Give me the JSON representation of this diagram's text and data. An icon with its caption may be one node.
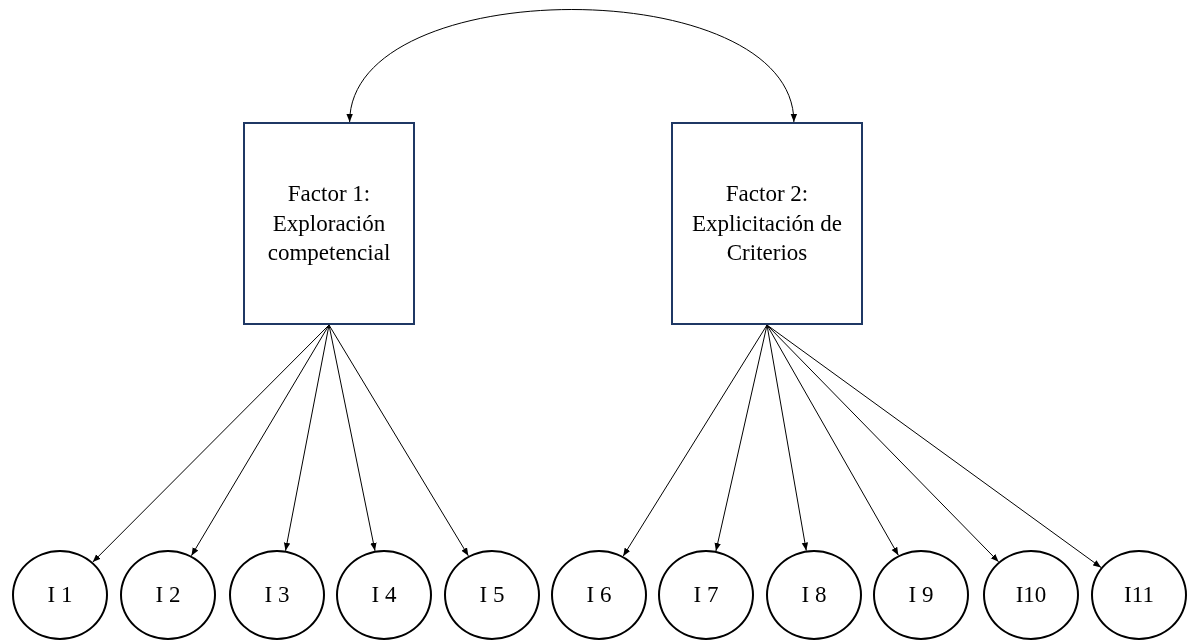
{
  "diagram": {
    "nodes": [
      {
        "text": [
          "Factor 1: Exploración competencial"
        ]
      },
      {
        "text": [
          "Factor 2: Explicitación de Criterios"
        ]
      },
      {
        "text": [
          "I 1"
        ]
      },
      {
        "text": [
          "I 2"
        ]
      },
      {
        "text": [
          "I 3"
        ]
      },
      {
        "text": [
          "I 4"
        ]
      },
      {
        "text": [
          "I 5"
        ]
      },
      {
        "text": [
          "I 6"
        ]
      },
      {
        "text": [
          "I 7"
        ]
      },
      {
        "text": [
          "I 8"
        ]
      },
      {
        "text": [
          "I 9"
        ]
      },
      {
        "text": [
          "I10"
        ]
      },
      {
        "text": [
          "I11"
        ]
      }
    ],
    "edges": [
      {
        "from": 0,
        "to": 1,
        "arrow": "both"
      },
      {
        "from": 0,
        "to": 2,
        "arrow": "to"
      },
      {
        "from": 0,
        "to": 3,
        "arrow": "to"
      },
      {
        "from": 0,
        "to": 4,
        "arrow": "to"
      },
      {
        "from": 0,
        "to": 5,
        "arrow": "to"
      },
      {
        "from": 0,
        "to": 6,
        "arrow": "to"
      },
      {
        "from": 1,
        "to": 7,
        "arrow": "to"
      },
      {
        "from": 1,
        "to": 8,
        "arrow": "to"
      },
      {
        "from": 1,
        "to": 9,
        "arrow": "to"
      },
      {
        "from": 1,
        "to": 10,
        "arrow": "to"
      },
      {
        "from": 1,
        "to": 11,
        "arrow": "to"
      },
      {
        "from": 1,
        "to": 12,
        "arrow": "to"
      }
    ]
  }
}
